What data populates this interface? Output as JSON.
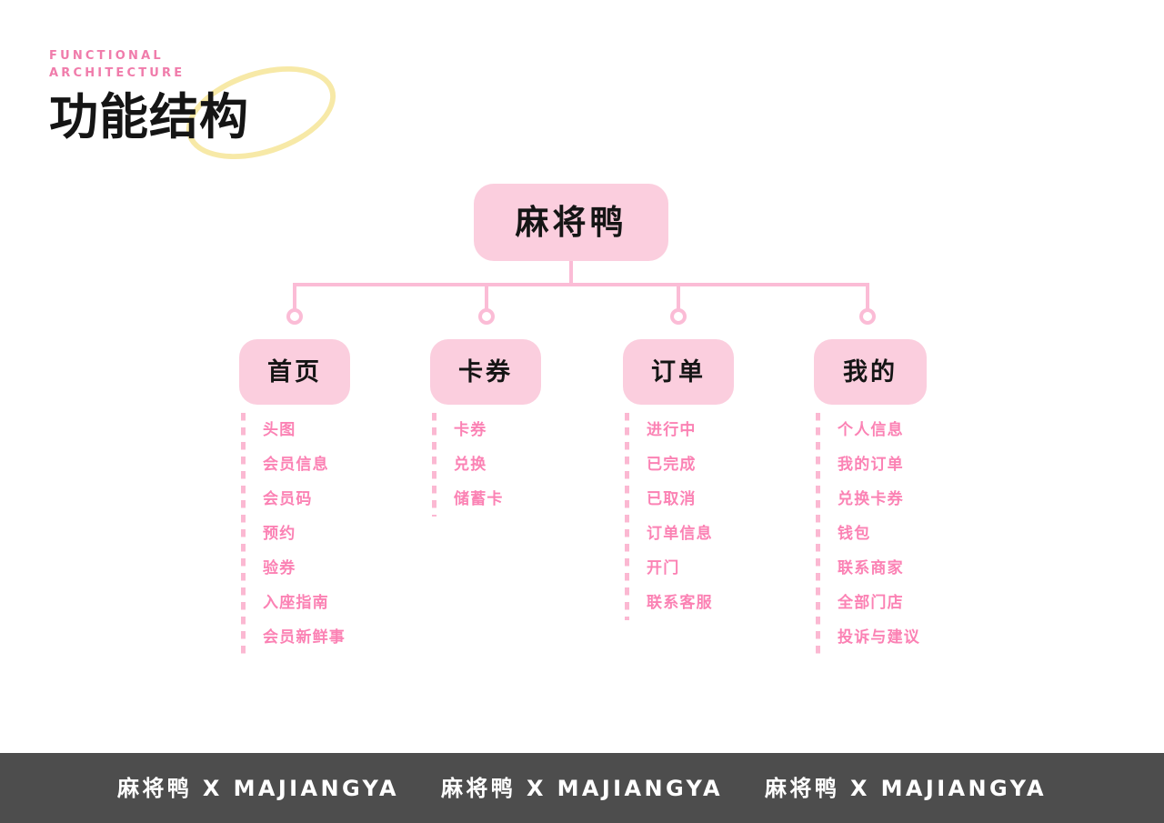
{
  "header": {
    "eyebrow_line1": "FUNCTIONAL",
    "eyebrow_line2": "ARCHITECTURE",
    "title": "功能结构",
    "eyebrow_color": "#f07cab",
    "title_color": "#151515",
    "highlight_color": "#f7e9a7"
  },
  "diagram": {
    "root": {
      "label": "麻将鸭"
    },
    "colors": {
      "node_bg": "#fbcede",
      "node_text": "#151515",
      "connector": "#fbbcd6",
      "leaf_text": "#fb82b4",
      "leaf_dash": "#fbb8d2"
    },
    "branches": [
      {
        "label": "首页",
        "leaves": [
          "头图",
          "会员信息",
          "会员码",
          "预约",
          "验券",
          "入座指南",
          "会员新鲜事"
        ]
      },
      {
        "label": "卡券",
        "leaves": [
          "卡券",
          "兑换",
          "储蓄卡"
        ]
      },
      {
        "label": "订单",
        "leaves": [
          "进行中",
          "已完成",
          "已取消",
          "订单信息",
          "开门",
          "联系客服"
        ]
      },
      {
        "label": "我的",
        "leaves": [
          "个人信息",
          "我的订单",
          "兑换卡券",
          "钱包",
          "联系商家",
          "全部门店",
          "投诉与建议"
        ]
      }
    ]
  },
  "footer": {
    "background": "#4d4d4d",
    "text_color": "#ffffff",
    "items": [
      "麻将鸭 X MAJIANGYA",
      "麻将鸭 X MAJIANGYA",
      "麻将鸭 X MAJIANGYA"
    ]
  }
}
